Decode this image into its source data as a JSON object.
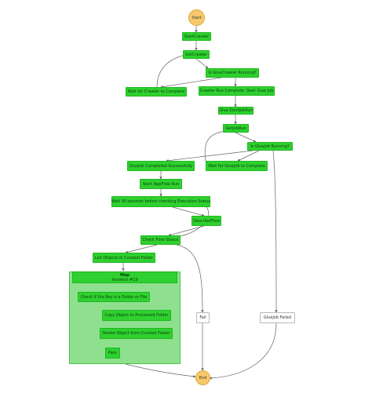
{
  "diagram": {
    "nodes": {
      "start": "Start",
      "start_crawler": "StartCrawler",
      "get_crawler": "GetCrawler",
      "is_crawler_running": "Is GlueCrawler Running?",
      "wait_crawler": "Wait for Crawler to Complete",
      "crawler_complete": "Crawler Run Complete. Start Glue Job",
      "glue_start_job_run": "Glue StartJobRun",
      "get_job_run": "GetJobRun",
      "is_gluejob_running": "Is GlueJob Running?",
      "gluejob_completed": "GlueJob Completed Successfully",
      "wait_gluejob": "Wait for GlueJob to Complete",
      "start_appflow": "Start AppFlow Run",
      "wait_30": "Wait 30 seconds before checking Execution Status",
      "describe_flow": "DescribeFlow",
      "check_flow_status": "Check Flow Status",
      "list_objects": "List Objects in Curated Folder",
      "map_title": "Map",
      "map_iteration": "Iteration #19",
      "check_key": "Check if the Key is a Folder or File",
      "copy_object": "Copy Object to Processed Folder",
      "delete_object": "Delete Object from Curated Folder",
      "pass": "Pass",
      "fail": "Fail",
      "gluejob_failed": "GlueJob Failed",
      "end": "End"
    },
    "colors": {
      "state": "#2fd02f",
      "state_border": "#1fb81f",
      "map_bg": "#8ee08e",
      "terminal": "#f7c96b",
      "edge": "#666666"
    }
  }
}
